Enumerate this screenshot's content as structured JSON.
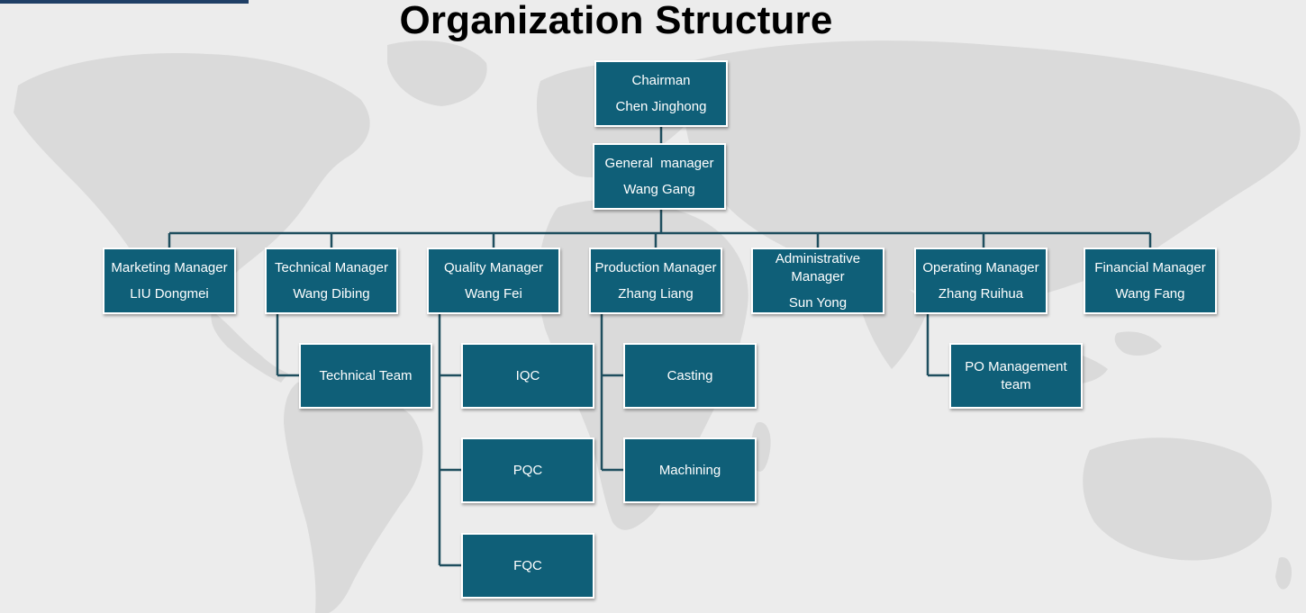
{
  "title": "Organization Structure",
  "colors": {
    "box_fill": "#0f5f78",
    "connector": "#1e4e5e",
    "accent": "#1f3f66"
  },
  "chairman": {
    "title": "Chairman",
    "name": "Chen Jinghong"
  },
  "general_manager": {
    "title": "General  manager",
    "name": "Wang Gang"
  },
  "managers": [
    {
      "title": "Marketing Manager",
      "name": "LIU Dongmei"
    },
    {
      "title": "Technical Manager",
      "name": "Wang Dibing"
    },
    {
      "title": "Quality Manager",
      "name": "Wang Fei"
    },
    {
      "title": "Production Manager",
      "name": "Zhang Liang"
    },
    {
      "title": "Administrative Manager",
      "name": "Sun Yong"
    },
    {
      "title": "Operating Manager",
      "name": "Zhang Ruihua"
    },
    {
      "title": "Financial Manager",
      "name": "Wang Fang"
    }
  ],
  "teams": {
    "technical": [
      "Technical Team"
    ],
    "quality": [
      "IQC",
      "PQC",
      "FQC"
    ],
    "production": [
      "Casting",
      "Machining"
    ],
    "operating": [
      "PO Management team"
    ]
  }
}
